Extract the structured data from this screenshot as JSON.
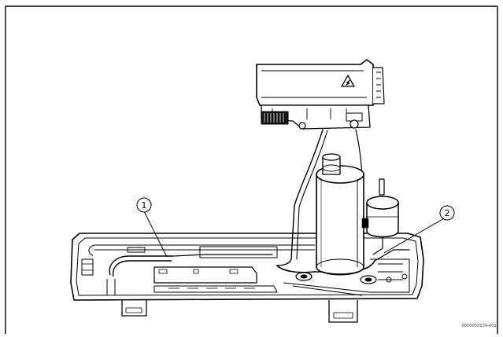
{
  "figure": {
    "callouts": [
      {
        "label": "1"
      },
      {
        "label": "2"
      }
    ],
    "reference_code": "0010053139-001"
  }
}
